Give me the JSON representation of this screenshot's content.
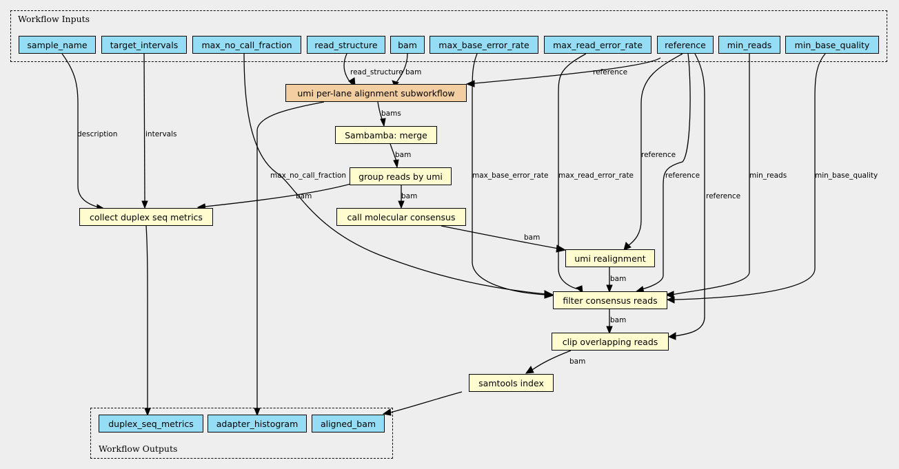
{
  "inputs_cluster": {
    "title": "Workflow Inputs"
  },
  "outputs_cluster": {
    "title": "Workflow Outputs"
  },
  "inputs": {
    "sample_name": "sample_name",
    "target_intervals": "target_intervals",
    "max_no_call_fraction": "max_no_call_fraction",
    "read_structure": "read_structure",
    "bam": "bam",
    "max_base_error_rate": "max_base_error_rate",
    "max_read_error_rate": "max_read_error_rate",
    "reference": "reference",
    "min_reads": "min_reads",
    "min_base_quality": "min_base_quality"
  },
  "steps": {
    "subworkflow": "umi per-lane alignment subworkflow",
    "merge": "Sambamba: merge",
    "group": "group reads by umi",
    "consensus": "call molecular consensus",
    "metrics": "collect duplex seq metrics",
    "realign": "umi realignment",
    "filter": "filter consensus reads",
    "clip": "clip overlapping reads",
    "index": "samtools index"
  },
  "outputs": {
    "duplex_seq_metrics": "duplex_seq_metrics",
    "adapter_histogram": "adapter_histogram",
    "aligned_bam": "aligned_bam"
  },
  "edge_labels": {
    "read_structure": "read_structure",
    "bam": "bam",
    "reference": "reference",
    "bams": "bams",
    "description": "description",
    "intervals": "intervals",
    "max_no_call_fraction": "max_no_call_fraction",
    "max_base_error_rate": "max_base_error_rate",
    "max_read_error_rate": "max_read_error_rate",
    "min_reads": "min_reads",
    "min_base_quality": "min_base_quality"
  },
  "colors": {
    "background": "#eeeeee",
    "input_output_fill": "#94ddf4",
    "step_fill": "#fffdd0",
    "subworkflow_fill": "#f3cea1",
    "stroke": "#000000"
  }
}
